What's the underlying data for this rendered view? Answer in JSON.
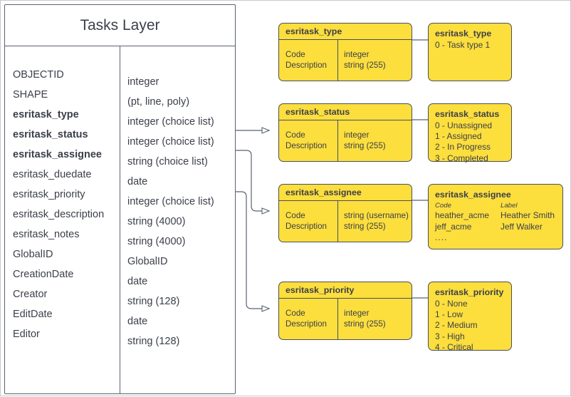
{
  "diagram": {
    "title": "Tasks Layer Schema Diagram",
    "colors": {
      "box_fill": "#FCDE3D",
      "box_border": "#4a4f5c",
      "table_border": "#5b6270",
      "frame_border": "#c9c9cc",
      "text": "#3b3f4a"
    }
  },
  "tasks_layer": {
    "title": "Tasks Layer",
    "fields": [
      {
        "name": "OBJECTID",
        "type": "integer",
        "bold": false
      },
      {
        "name": "SHAPE",
        "type": "(pt, line, poly)",
        "bold": false
      },
      {
        "name": "esritask_type",
        "type": "integer (choice list)",
        "bold": true
      },
      {
        "name": "esritask_status",
        "type": "integer (choice list)",
        "bold": true
      },
      {
        "name": "esritask_assignee",
        "type": "string (choice list)",
        "bold": true
      },
      {
        "name": "esritask_duedate",
        "type": "date",
        "bold": false
      },
      {
        "name": "esritask_priority",
        "type": "integer (choice list)",
        "bold": false
      },
      {
        "name": "esritask_description",
        "type": "string (4000)",
        "bold": false
      },
      {
        "name": "esritask_notes",
        "type": "string (4000)",
        "bold": false
      },
      {
        "name": "GlobalID",
        "type": "GlobalID",
        "bold": false
      },
      {
        "name": "CreationDate",
        "type": "date",
        "bold": false
      },
      {
        "name": "Creator",
        "type": "string (128)",
        "bold": false
      },
      {
        "name": "EditDate",
        "type": "date",
        "bold": false
      },
      {
        "name": "Editor",
        "type": "string (128)",
        "bold": false
      }
    ]
  },
  "schema_boxes": {
    "type": {
      "title": "esritask_type",
      "left_lines": [
        "Code",
        "Description"
      ],
      "right_lines": [
        "integer",
        "string (255)"
      ]
    },
    "status": {
      "title": "esritask_status",
      "left_lines": [
        "Code",
        "Description"
      ],
      "right_lines": [
        "integer",
        "string (255)"
      ]
    },
    "assignee": {
      "title": "esritask_assignee",
      "left_lines": [
        "Code",
        "Description"
      ],
      "right_lines": [
        "string  (username)",
        "string (255)"
      ]
    },
    "priority": {
      "title": "esritask_priority",
      "left_lines": [
        "Code",
        "Description"
      ],
      "right_lines": [
        "integer",
        "string (255)"
      ]
    }
  },
  "value_boxes": {
    "type": {
      "title": "esritask_type",
      "items": [
        "0 - Task type 1"
      ]
    },
    "status": {
      "title": "esritask_status",
      "items": [
        "0 - Unassigned",
        "1 - Assigned",
        "2 - In Progress",
        "3 - Completed"
      ]
    },
    "assignee": {
      "title": "esritask_assignee",
      "header": {
        "code": "Code",
        "label": "Label"
      },
      "rows": [
        {
          "code": "heather_acme",
          "label": "Heather Smith"
        },
        {
          "code": "jeff_acme",
          "label": "Jeff Walker"
        }
      ],
      "ellipsis": "...."
    },
    "priority": {
      "title": "esritask_priority",
      "items": [
        "0 - None",
        "1 - Low",
        "2 - Medium",
        "3 - High",
        "4 - Critical"
      ]
    }
  }
}
